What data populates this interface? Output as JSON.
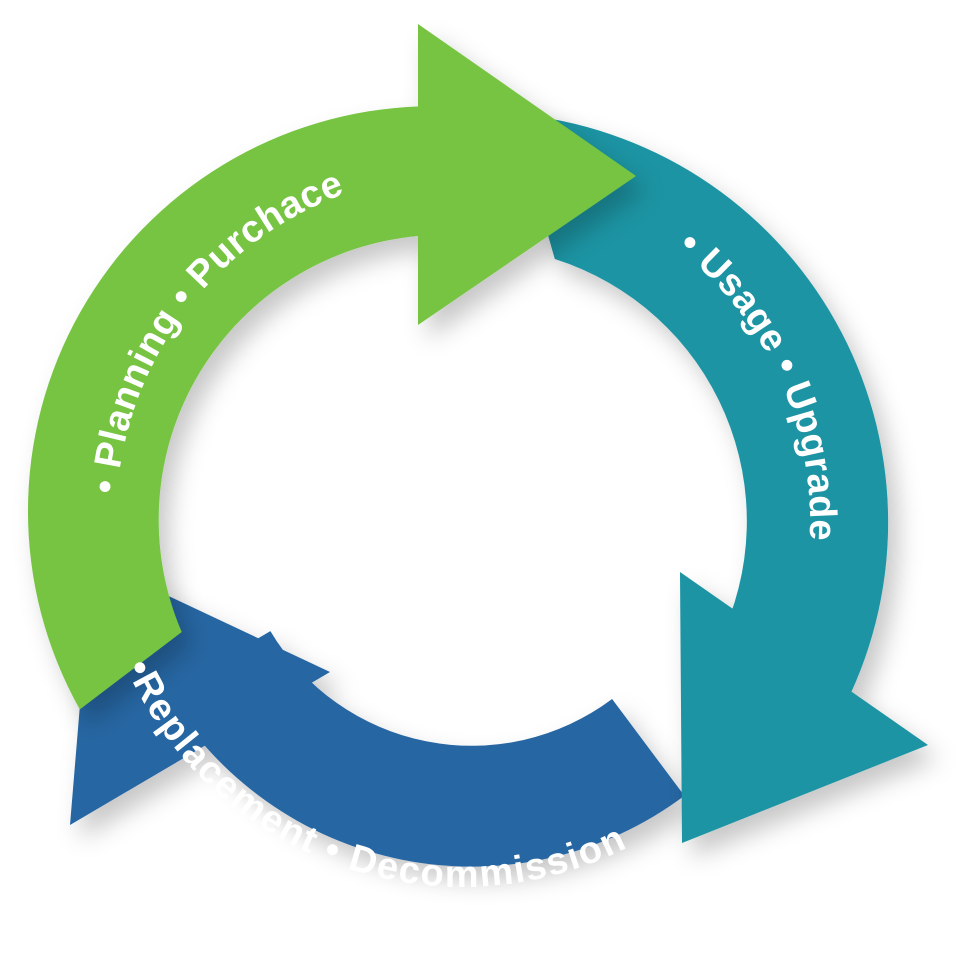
{
  "colors": {
    "green": "#76c442",
    "teal": "#1b94a3",
    "blue": "#2766a2",
    "label": "#ffffff",
    "background": "#ffffff"
  },
  "segments": [
    {
      "color_key": "green",
      "label": "• Planning  • Purchace"
    },
    {
      "color_key": "teal",
      "label": "• Usage  • Upgrade"
    },
    {
      "color_key": "blue",
      "label": "•Replacement  • Decommission"
    }
  ]
}
